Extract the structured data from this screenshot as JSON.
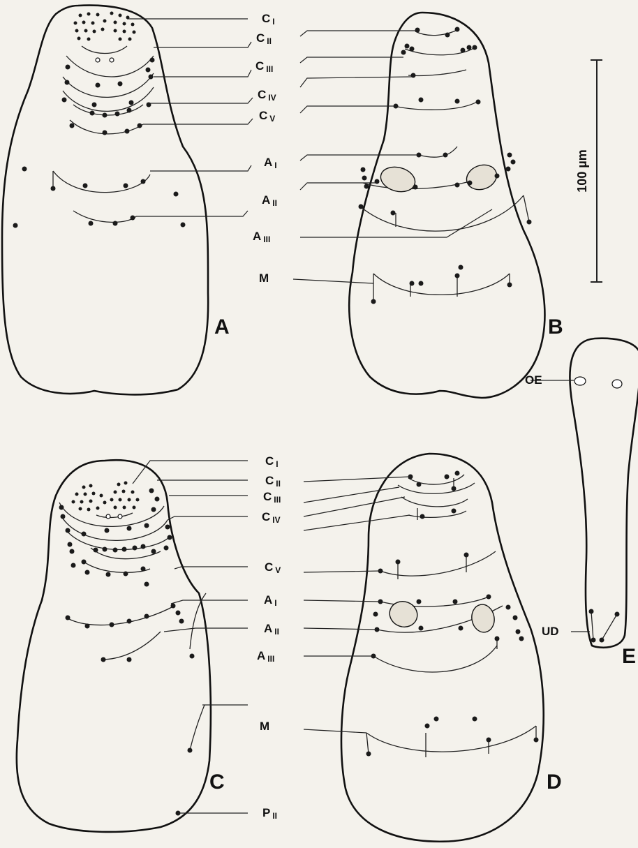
{
  "figure": {
    "panels": [
      "A",
      "B",
      "C",
      "D",
      "E"
    ],
    "scale_bar": "100 µm",
    "top_labels": [
      {
        "main": "C",
        "sub": "I"
      },
      {
        "main": "C",
        "sub": "II"
      },
      {
        "main": "C",
        "sub": "III"
      },
      {
        "main": "C",
        "sub": "IV"
      },
      {
        "main": "C",
        "sub": "V"
      },
      {
        "main": "A",
        "sub": "I"
      },
      {
        "main": "A",
        "sub": "II"
      },
      {
        "main": "A",
        "sub": "III"
      },
      {
        "main": "M",
        "sub": ""
      }
    ],
    "bottom_labels": [
      {
        "main": "C",
        "sub": "I"
      },
      {
        "main": "C",
        "sub": "II"
      },
      {
        "main": "C",
        "sub": "III"
      },
      {
        "main": "C",
        "sub": "IV"
      },
      {
        "main": "C",
        "sub": "V"
      },
      {
        "main": "A",
        "sub": "I"
      },
      {
        "main": "A",
        "sub": "II"
      },
      {
        "main": "A",
        "sub": "III"
      },
      {
        "main": "M",
        "sub": ""
      },
      {
        "main": "P",
        "sub": "II"
      }
    ],
    "e_labels": [
      "OE",
      "UD"
    ]
  }
}
